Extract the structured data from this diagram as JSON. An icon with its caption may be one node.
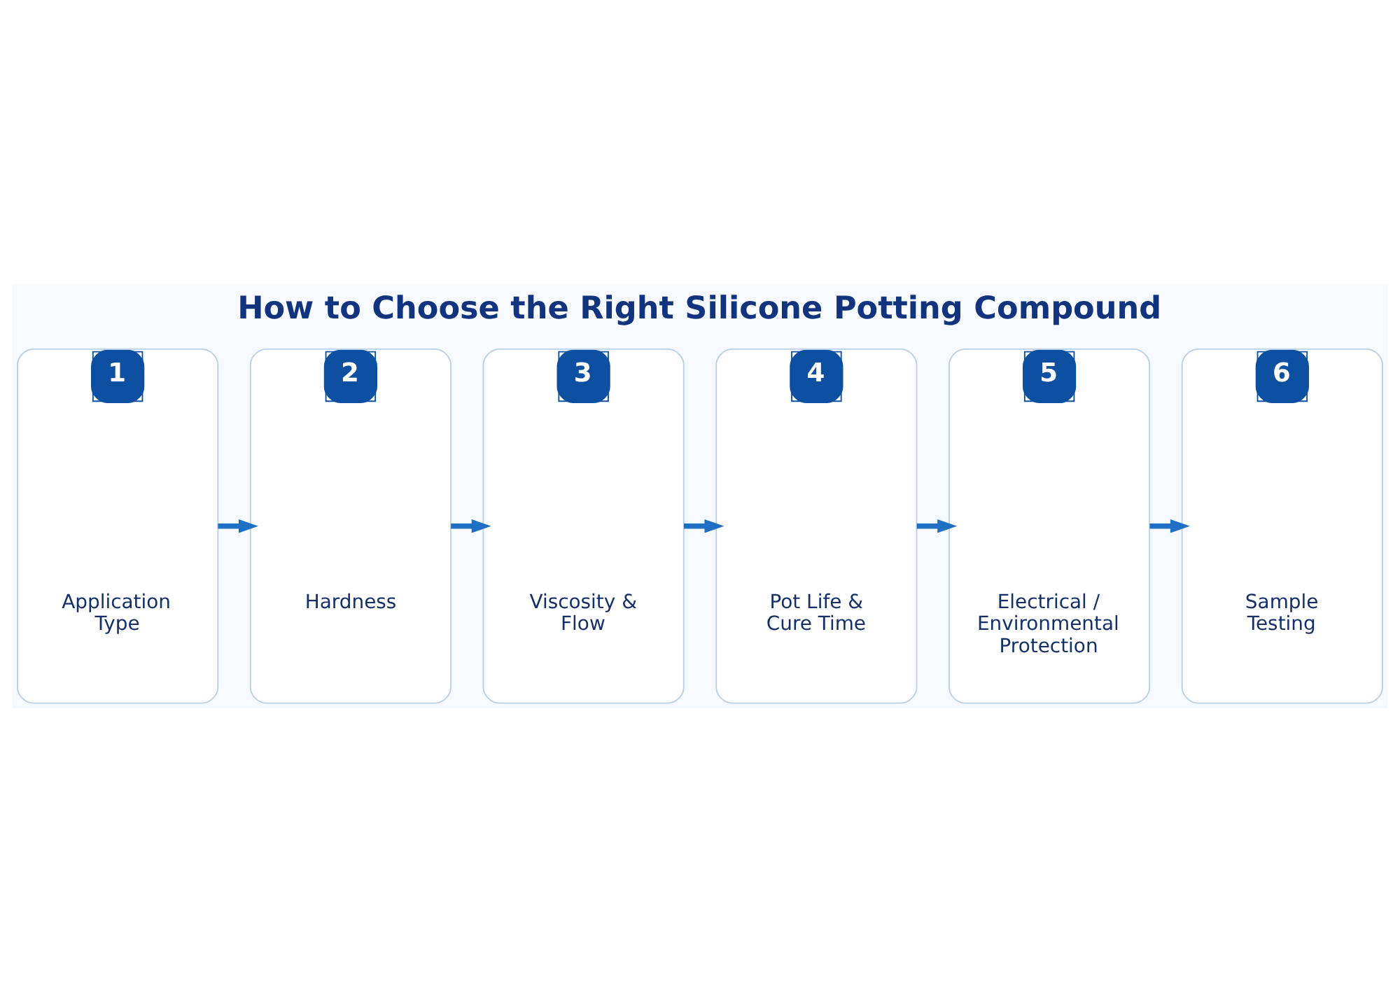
{
  "diagram": {
    "title": "How to Choose the Right Silicone Potting Compound",
    "nodes": [
      {
        "text": [
          "1",
          "Application Type"
        ]
      },
      {
        "text": [
          "2",
          "Hardness"
        ]
      },
      {
        "text": [
          "3",
          "Viscosity & Flow"
        ]
      },
      {
        "text": [
          "4",
          "Pot Life & Cure Time"
        ]
      },
      {
        "text": [
          "5",
          "Electrical / Environmental Protection"
        ]
      },
      {
        "text": [
          "6",
          "Sample Testing"
        ]
      }
    ],
    "edges": [
      {
        "from": 0,
        "to": 1,
        "arrow": "to"
      },
      {
        "from": 1,
        "to": 2,
        "arrow": "to"
      },
      {
        "from": 2,
        "to": 3,
        "arrow": "to"
      },
      {
        "from": 3,
        "to": 4,
        "arrow": "to"
      },
      {
        "from": 4,
        "to": 5,
        "arrow": "to"
      }
    ]
  }
}
